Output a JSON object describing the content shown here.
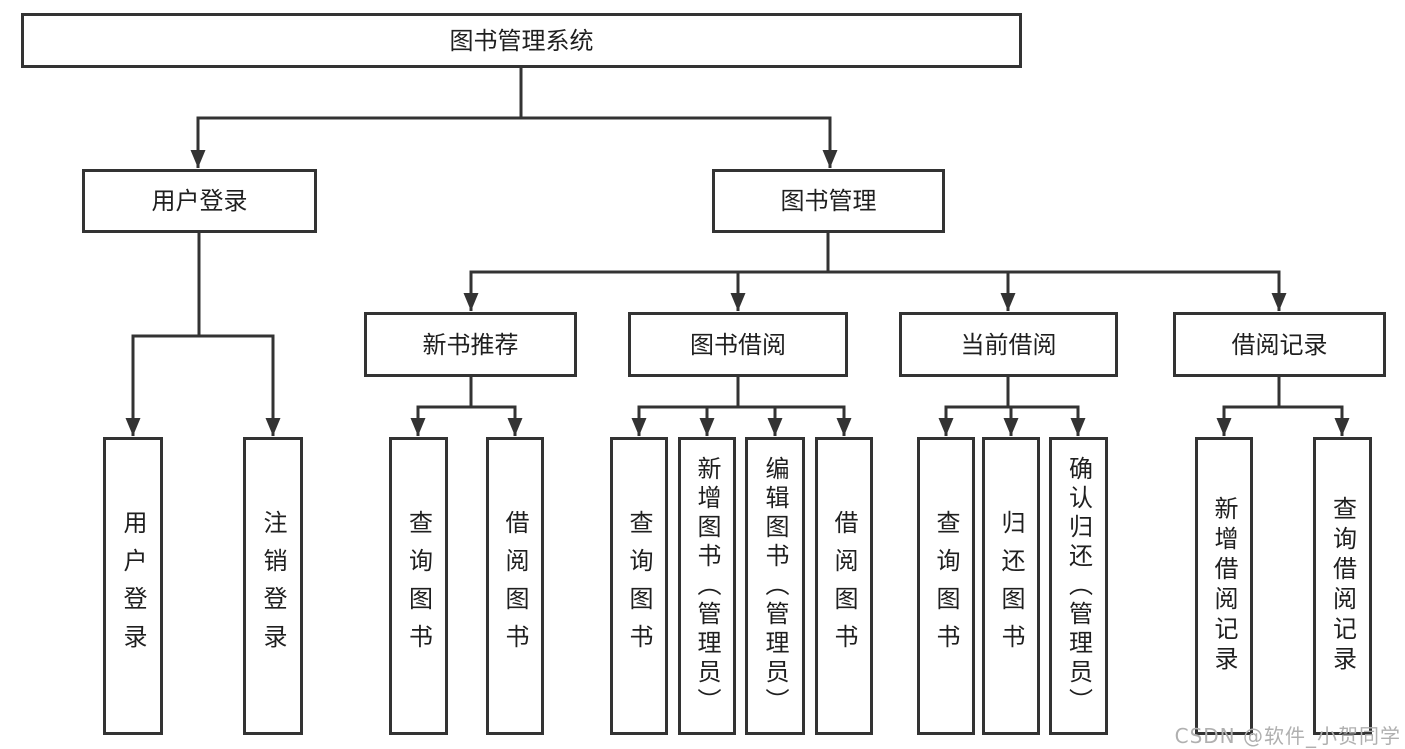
{
  "tree": {
    "root": {
      "label": "图书管理系统"
    },
    "branches": [
      {
        "label": "用户登录",
        "children": [
          {
            "label": "用户登录"
          },
          {
            "label": "注销登录"
          }
        ]
      },
      {
        "label": "图书管理",
        "children": [
          {
            "label": "新书推荐",
            "children": [
              {
                "label": "查询图书"
              },
              {
                "label": "借阅图书"
              }
            ]
          },
          {
            "label": "图书借阅",
            "children": [
              {
                "label": "查询图书"
              },
              {
                "label": "新增图书（管理员）"
              },
              {
                "label": "编辑图书（管理员）"
              },
              {
                "label": "借阅图书"
              }
            ]
          },
          {
            "label": "当前借阅",
            "children": [
              {
                "label": "查询图书"
              },
              {
                "label": "归还图书"
              },
              {
                "label": "确认归还（管理员）"
              }
            ]
          },
          {
            "label": "借阅记录",
            "children": [
              {
                "label": "新增借阅记录"
              },
              {
                "label": "查询借阅记录"
              }
            ]
          }
        ]
      }
    ]
  },
  "watermark": {
    "text": "CSDN @软件_小贺同学"
  },
  "colors": {
    "line": "#333333",
    "box_border": "#333333",
    "watermark": "#b0b0b0"
  }
}
